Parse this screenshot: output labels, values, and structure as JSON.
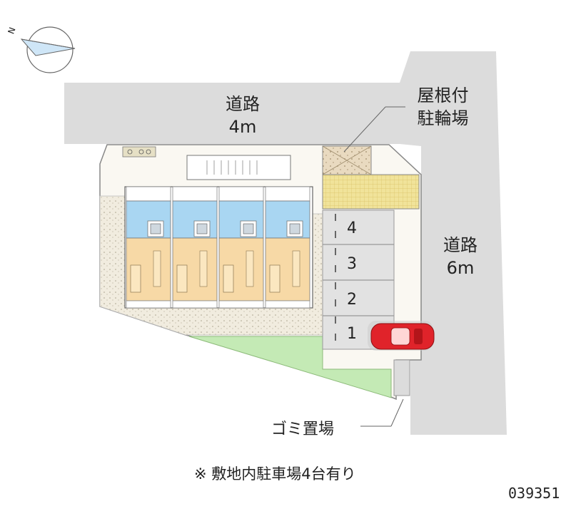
{
  "compass": {
    "north_letter": "N"
  },
  "roads": {
    "north": {
      "line1": "道路",
      "line2": "4m"
    },
    "east": {
      "line1": "道路",
      "line2": "6m"
    }
  },
  "bike_parking": {
    "line1": "屋根付",
    "line2": "駐輪場"
  },
  "parking_spaces": [
    "4",
    "3",
    "2",
    "1"
  ],
  "garbage": "ゴミ置場",
  "note": "※ 敷地内駐車場4台有り",
  "code": "039351",
  "colors": {
    "road": "#dcdcdc",
    "site": "#f4f1ea",
    "gravel": "#efe9dc",
    "green": "#c4eab5",
    "unit_blue": "#a9d6f2",
    "unit_room": "#f7d9a6",
    "bike": "#e8d9bf",
    "tile": "#f1e39a",
    "car": "#e0232a"
  }
}
